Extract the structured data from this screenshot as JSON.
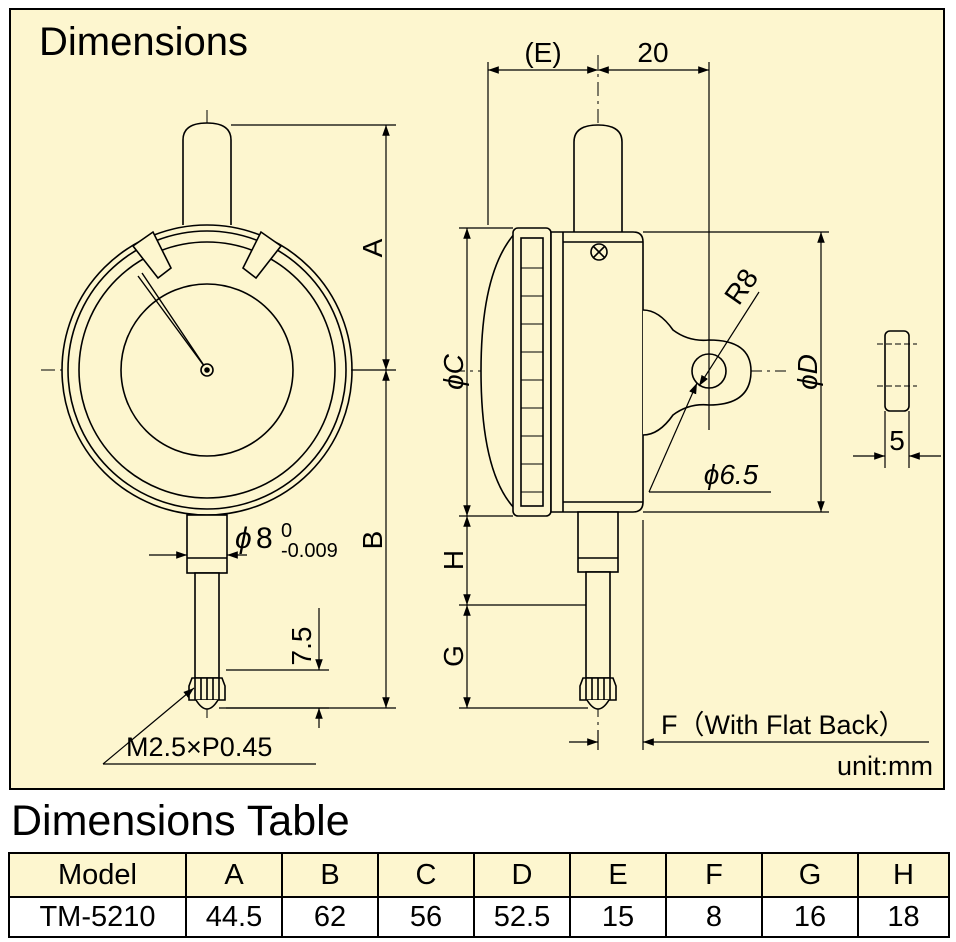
{
  "drawing": {
    "title": "Dimensions",
    "unit": "unit:mm",
    "front_view": {
      "label_A": "A",
      "label_B": "B",
      "stem_phi": "ϕ",
      "stem_value": "8",
      "stem_tol_upper": "0",
      "stem_tol_lower": "-0.009",
      "thread_length": "7.5",
      "thread_spec": "M2.5×P0.45"
    },
    "side_view": {
      "label_E": "(E)",
      "label_20": "20",
      "label_R8": "R8",
      "label_phiC": "ϕC",
      "label_phiD": "ϕD",
      "label_H": "H",
      "label_G": "G",
      "label_phi65": "ϕ6.5",
      "label_F": "F（With Flat Back）",
      "label_5": "5"
    }
  },
  "table": {
    "heading": "Dimensions Table",
    "columns": [
      "Model",
      "A",
      "B",
      "C",
      "D",
      "E",
      "F",
      "G",
      "H"
    ],
    "rows": [
      [
        "TM-5210",
        "44.5",
        "62",
        "56",
        "52.5",
        "15",
        "8",
        "16",
        "18"
      ]
    ]
  }
}
